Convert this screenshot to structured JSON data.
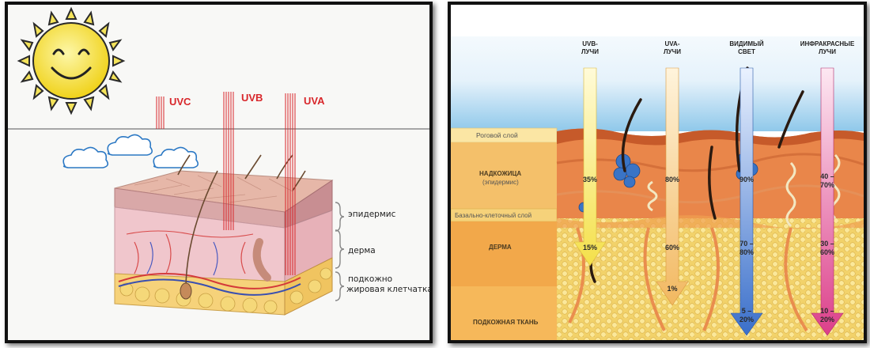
{
  "left_panel": {
    "rays": [
      {
        "label": "UVC",
        "color": "#d8262a"
      },
      {
        "label": "UVB",
        "color": "#d8262a"
      },
      {
        "label": "UVA",
        "color": "#d8262a"
      }
    ],
    "layers": [
      {
        "label": "эпидермис"
      },
      {
        "label": "дерма"
      },
      {
        "label_line1": "подкожно",
        "label_line2": "жировая клетчатка"
      }
    ]
  },
  "right_panel": {
    "columns": [
      {
        "line1": "UVB-",
        "line2": "ЛУЧИ",
        "pct_epidermis": "35%",
        "pct_dermis": "15%",
        "pct_hypo": "",
        "color": "#f4e04a"
      },
      {
        "line1": "UVA-",
        "line2": "ЛУЧИ",
        "pct_epidermis": "80%",
        "pct_dermis": "60%",
        "pct_hypo": "1%",
        "color": "#f2c060"
      },
      {
        "line1": "ВИДИМЫЙ",
        "line2": "СВЕТ",
        "pct_epidermis": "90%",
        "pct_dermis_l1": "70 –",
        "pct_dermis_l2": "80%",
        "pct_hypo_l1": "5 –",
        "pct_hypo_l2": "20%",
        "color": "#4a7fd0"
      },
      {
        "line1": "ИНФРАКРАСНЫЕ",
        "line2": "ЛУЧИ",
        "pct_epidermis_l1": "40 –",
        "pct_epidermis_l2": "70%",
        "pct_dermis_l1": "30 –",
        "pct_dermis_l2": "60%",
        "pct_hypo_l1": "10 –",
        "pct_hypo_l2": "20%",
        "color": "#e0589a"
      }
    ],
    "bands": [
      {
        "label": "Роговой слой"
      },
      {
        "label_line1": "НАДКОЖИЦА",
        "label_line2": "(эпидермис)"
      },
      {
        "label": "Базально-клеточный слой"
      },
      {
        "label": "ДЕРМА"
      },
      {
        "label": "ПОДКОЖНАЯ ТКАНЬ"
      }
    ]
  }
}
